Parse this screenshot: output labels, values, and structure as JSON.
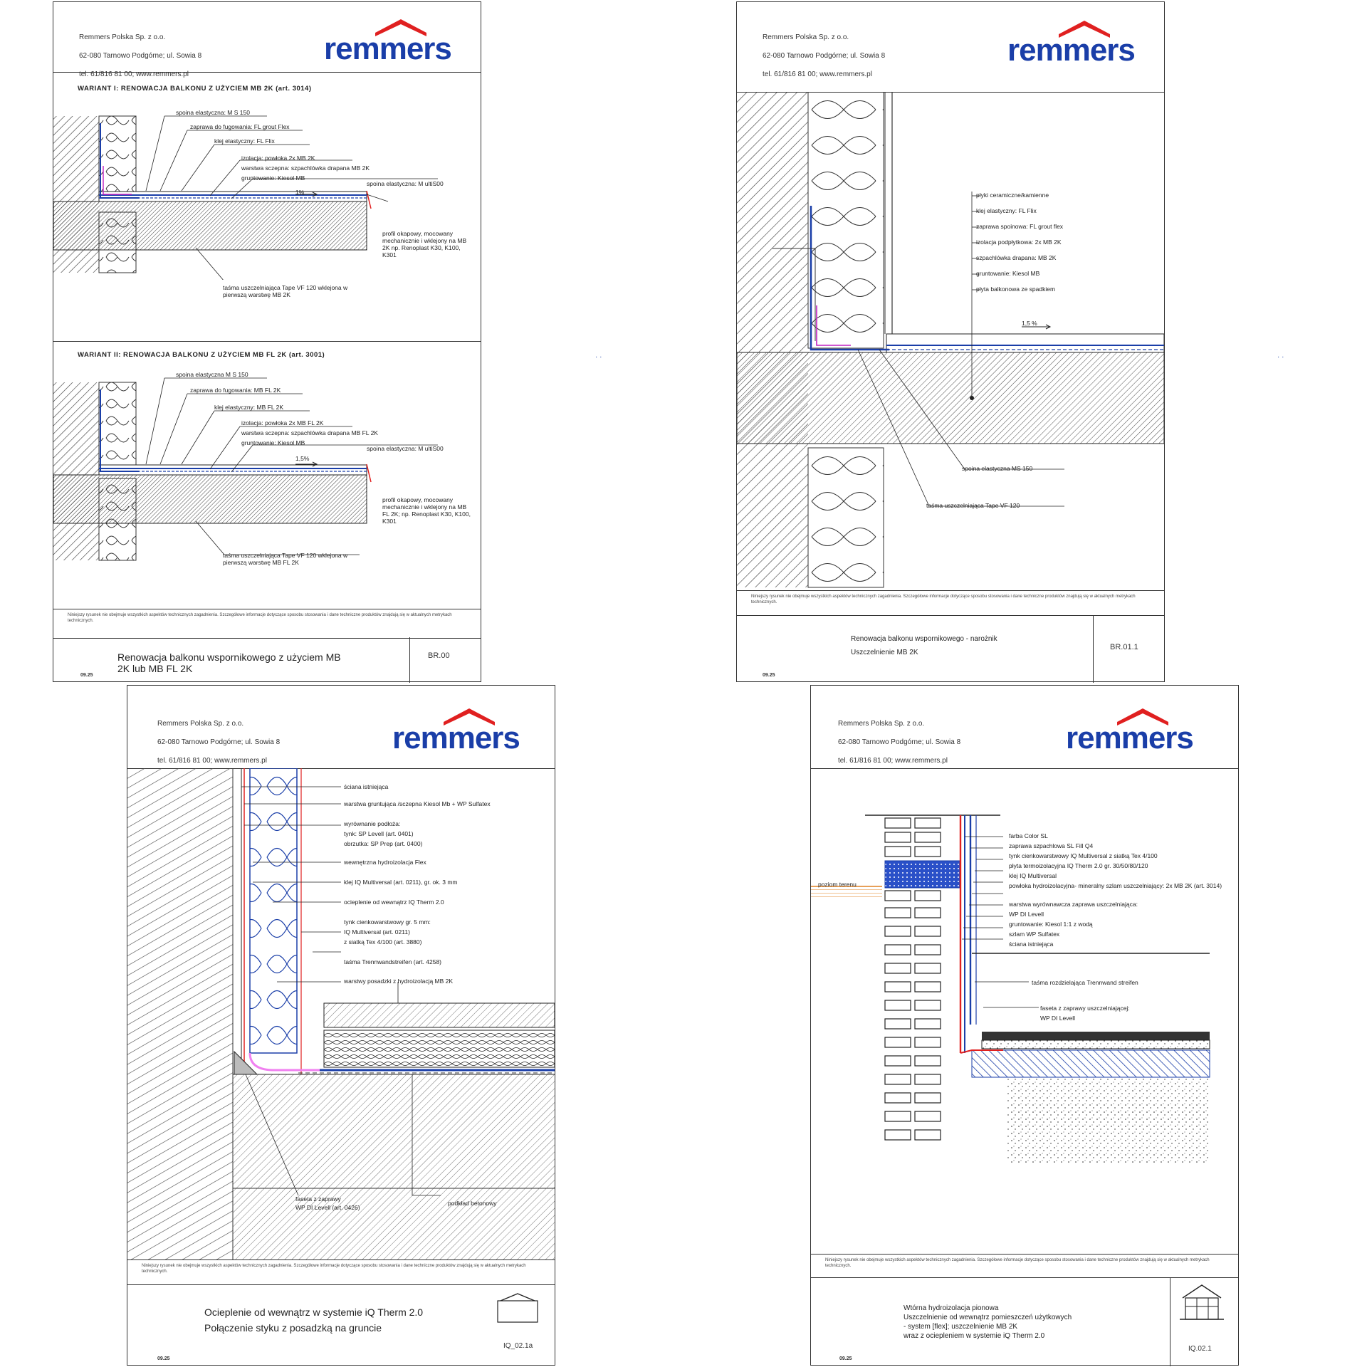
{
  "company": {
    "address_lines": [
      "Remmers Polska Sp. z o.o.",
      "62-080 Tarnowo Podgórne; ul. Sowia 8",
      "tel. 61/816 81 00; www.remmers.pl"
    ],
    "logo_text": "remmers",
    "brand_blue": "#1a3ea8",
    "brand_red": "#e02020"
  },
  "disclaimer": "Niniejszy rysunek nie obejmuje wszystkich aspektów technicznych zagadnienia. Szczegółowe informacje dotyczące sposobu stosowania i dane techniczne produktów znajdują się w aktualnych metrykach technicznych.",
  "sheets": [
    {
      "id": "BR.00",
      "variant1_title": "WARIANT I:  RENOWACJA BALKONU Z UŻYCIEM  MB 2K (art. 3014)",
      "variant1_labels": [
        "spoina elastyczna: M S 150",
        "zaprawa do fugowania:  FL grout Flex",
        "klej elastyczny:  FL Flix",
        "izolacja: powłoka 2x  MB 2K",
        "warstwa sczepna: szpachlówka drapana  MB 2K",
        "gruntowanie:  Kiesol MB",
        "spoina elastyczna:  M ultiS00",
        "1%",
        "profil okapowy, mocowany mechanicznie i wklejony na MB 2K np. Renoplast K30, K100, K301",
        "taśma uszczelniająca  Tape VF 120 wklejona w pierwszą warstwę MB 2K"
      ],
      "variant2_title": "WARIANT II:  RENOWACJA BALKONU Z UŻYCIEM  MB FL 2K (art. 3001)",
      "variant2_labels": [
        "spoina elastyczna  M S 150",
        "zaprawa do fugowania:  MB FL 2K",
        "klej elastyczny:  MB FL 2K",
        "izolacja: powłoka 2x  MB FL 2K",
        "warstwa sczepna: szpachlówka drapana  MB FL 2K",
        "gruntowanie:  Kiesol MB",
        "spoina elastyczna:  M ultiS00",
        "1,5%",
        "profil okapowy, mocowany mechanicznie i wklejony na MB FL 2K; np. Renoplast K30, K100, K301",
        "taśma uszczelniająca  Tape VF 120 wklejona w pierwszą warstwę MB FL 2K"
      ],
      "title": "Renowacja balkonu wspornikowego z użyciem MB 2K lub MB FL 2K",
      "code": "BR.00",
      "date": "09.25"
    },
    {
      "id": "BR.01.1",
      "labels": [
        "płyki ceramiczne/kamienne",
        "klej elastyczny:  FL Flix",
        "zaprawa spoinowa:  FL grout flex",
        "izolacja podpłytkowa: 2x  MB 2K",
        "szpachlówka drapana:  MB 2K",
        "gruntowanie:  Kiesol MB",
        "płyta balkonowa ze spadkiem",
        "1,5 %",
        "spoina elastyczna  MS 150",
        "taśma uszczelniająca  Tape VF 120"
      ],
      "title_lines": [
        "Renowacja balkonu wspornikowego - narożnik",
        "Uszczelnienie  MB 2K"
      ],
      "code": "BR.01.1",
      "date": "09.25"
    },
    {
      "id": "IQ_02.1a",
      "labels": [
        "ściana istniejąca",
        "warstwa gruntująca /sczepna  Kiesol Mb + WP Sulfatex",
        "wyrównanie podłoża:",
        "tynk:  SP Levell (art. 0401)",
        "obrzutka:  SP Prep (art. 0400)",
        "wewnętrzna hydroizolacja  Flex",
        "klej  IQ Multiversal (art. 0211), gr. ok. 3 mm",
        "ocieplenie od wewnątrz  IQ Therm 2.0",
        "tynk cienkowarstwowy gr. 5 mm:",
        "IQ Multiversal (art. 0211)",
        "z siatką  Tex 4/100 (art. 3880)",
        "taśma  Trennwandstreifen (art. 4258)",
        "warstwy posadzki z hydroizolacją MB 2K",
        "faseta z zaprawy",
        "WP DI Levell (art. 0426)",
        "podkład betonowy"
      ],
      "title_lines": [
        "Ocieplenie od wewnątrz w systemie iQ Therm 2.0",
        "Połączenie styku z posadzką na gruncie"
      ],
      "code": "IQ_02.1a",
      "date": "09.25"
    },
    {
      "id": "IQ.02.1",
      "labels": [
        "farba  Color SL",
        "zaprawa szpachlowa  SL Fill Q4",
        "tynk cienkowarstwowy  IQ Multiversal  z siatką Tex 4/100",
        "płyta termoizolacyjna  IQ Therm 2.0 gr. 30/50/80/120",
        "klej  IQ Multiversal",
        "powłoka hydroizolacyjna- mineralny szlam uszczelniający: 2x MB 2K (art. 3014)",
        "warstwa wyrównawcza  zaprawa uszczelniająca:",
        "WP DI Levell",
        "gruntowanie:  Kiesol 1:1 z wodą",
        "szlam  WP Sulfatex",
        "ściana istniejąca",
        "poziom terenu",
        "taśma rozdzielająca  Trennwand streifen",
        "faseta z zaprawy uszczelniającej:",
        "WP DI Levell"
      ],
      "title_lines": [
        "Wtórna hydroizolacja pionowa",
        "Uszczelnienie od wewnątrz pomieszczeń użytkowych",
        "- system [flex]; uszczelnienie MB 2K",
        "wraz z ociepleniem  w systemie iQ Therm 2.0"
      ],
      "code": "IQ.02.1",
      "date": "09.25"
    }
  ]
}
